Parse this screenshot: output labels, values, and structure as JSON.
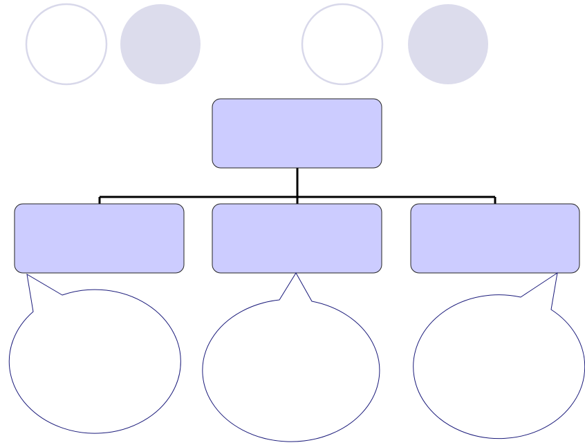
{
  "diagram": {
    "type": "org-chart-with-speech-bubbles",
    "colors": {
      "deco_fill": "#dcdcec",
      "deco_outline": "#d8d8ea",
      "box_fill": "#ccccff",
      "box_stroke": "#222222",
      "connector": "#000000",
      "bubble_stroke": "#1a1a7a",
      "bubble_fill": "#ffffff"
    },
    "decor_circles": [
      {
        "style": "filled"
      },
      {
        "style": "outline"
      },
      {
        "style": "filled"
      },
      {
        "style": "outline"
      }
    ],
    "root": {
      "label": ""
    },
    "children": [
      {
        "label": "",
        "bubble_text": ""
      },
      {
        "label": "",
        "bubble_text": ""
      },
      {
        "label": "",
        "bubble_text": ""
      }
    ]
  }
}
